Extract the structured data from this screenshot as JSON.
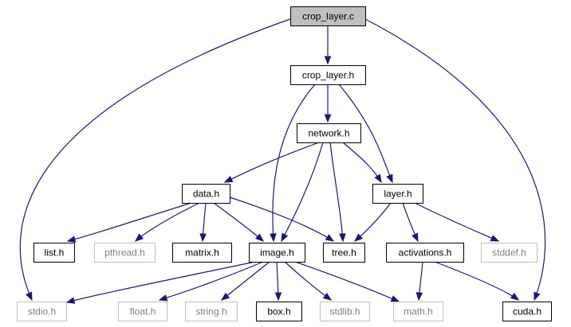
{
  "graph": {
    "edge_color": "#191970",
    "root_fill": "#bfbfbf",
    "muted_color": "#bfbfbf",
    "nodes": [
      {
        "id": "crop_layer_c",
        "label": "crop_layer.c",
        "root": true
      },
      {
        "id": "crop_layer_h",
        "label": "crop_layer.h"
      },
      {
        "id": "network_h",
        "label": "network.h"
      },
      {
        "id": "data_h",
        "label": "data.h"
      },
      {
        "id": "layer_h",
        "label": "layer.h"
      },
      {
        "id": "list_h",
        "label": "list.h"
      },
      {
        "id": "pthread_h",
        "label": "pthread.h",
        "muted": true
      },
      {
        "id": "matrix_h",
        "label": "matrix.h"
      },
      {
        "id": "image_h",
        "label": "image.h"
      },
      {
        "id": "tree_h",
        "label": "tree.h"
      },
      {
        "id": "activations_h",
        "label": "activations.h"
      },
      {
        "id": "stddef_h",
        "label": "stddef.h",
        "muted": true
      },
      {
        "id": "stdio_h",
        "label": "stdio.h",
        "muted": true
      },
      {
        "id": "float_h",
        "label": "float.h",
        "muted": true
      },
      {
        "id": "string_h",
        "label": "string.h",
        "muted": true
      },
      {
        "id": "box_h",
        "label": "box.h"
      },
      {
        "id": "stdlib_h",
        "label": "stdlib.h",
        "muted": true
      },
      {
        "id": "math_h",
        "label": "math.h",
        "muted": true
      },
      {
        "id": "cuda_h",
        "label": "cuda.h"
      }
    ],
    "edges": [
      {
        "from": "crop_layer_c",
        "to": "crop_layer_h"
      },
      {
        "from": "crop_layer_c",
        "to": "stdio_h"
      },
      {
        "from": "crop_layer_c",
        "to": "cuda_h"
      },
      {
        "from": "crop_layer_h",
        "to": "network_h"
      },
      {
        "from": "crop_layer_h",
        "to": "image_h"
      },
      {
        "from": "crop_layer_h",
        "to": "layer_h"
      },
      {
        "from": "network_h",
        "to": "data_h"
      },
      {
        "from": "network_h",
        "to": "image_h"
      },
      {
        "from": "network_h",
        "to": "layer_h"
      },
      {
        "from": "network_h",
        "to": "tree_h"
      },
      {
        "from": "data_h",
        "to": "list_h"
      },
      {
        "from": "data_h",
        "to": "pthread_h"
      },
      {
        "from": "data_h",
        "to": "matrix_h"
      },
      {
        "from": "data_h",
        "to": "image_h"
      },
      {
        "from": "data_h",
        "to": "tree_h"
      },
      {
        "from": "layer_h",
        "to": "tree_h"
      },
      {
        "from": "layer_h",
        "to": "activations_h"
      },
      {
        "from": "layer_h",
        "to": "stddef_h"
      },
      {
        "from": "image_h",
        "to": "stdio_h"
      },
      {
        "from": "image_h",
        "to": "float_h"
      },
      {
        "from": "image_h",
        "to": "string_h"
      },
      {
        "from": "image_h",
        "to": "box_h"
      },
      {
        "from": "image_h",
        "to": "stdlib_h"
      },
      {
        "from": "image_h",
        "to": "math_h"
      },
      {
        "from": "activations_h",
        "to": "math_h"
      },
      {
        "from": "activations_h",
        "to": "cuda_h"
      }
    ]
  }
}
